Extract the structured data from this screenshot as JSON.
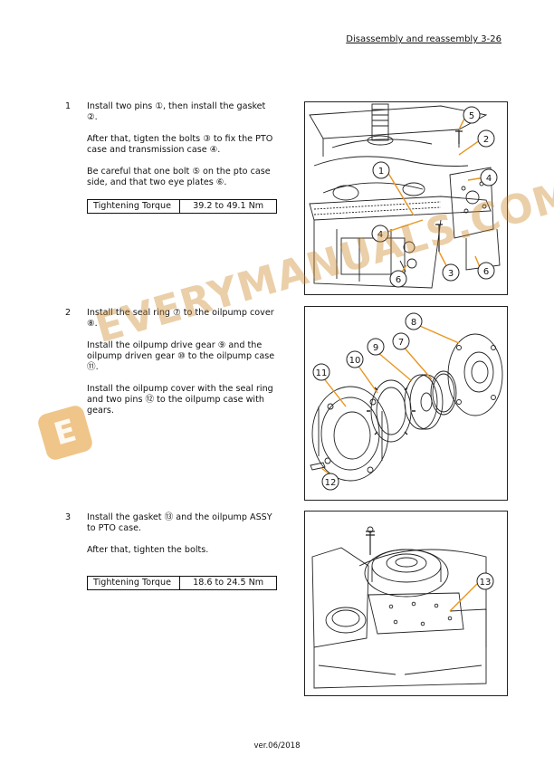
{
  "header": {
    "title": "Disassembly and reassembly 3-26"
  },
  "steps": [
    {
      "num": "1",
      "paragraphs": [
        "Install two pins ①, then install the gasket ②.",
        "After that, tigten the bolts ③ to fix the PTO case and transmission case ④.",
        "Be careful that one bolt ⑤ on the pto case side, and that two eye plates ⑥."
      ],
      "torque_label": "Tightening Torque",
      "torque_value": "39.2 to 49.1 Nm",
      "callouts": [
        "1",
        "2",
        "3",
        "4",
        "4",
        "5",
        "6",
        "6"
      ]
    },
    {
      "num": "2",
      "paragraphs": [
        "Install the seal ring ⑦ to the oilpump cover ⑧.",
        "Install the oilpump drive gear ⑨ and the oilpump driven gear ⑩ to the oilpump case ⑪.",
        "Install the oilpump cover with the seal ring and two pins ⑫ to the oilpump case with gears."
      ],
      "callouts": [
        "8",
        "9",
        "7",
        "10",
        "11",
        "12"
      ]
    },
    {
      "num": "3",
      "paragraphs": [
        "Install the gasket ⑬ and the oilpump ASSY to PTO case.",
        "After that, tighten the bolts."
      ],
      "torque_label": "Tightening Torque",
      "torque_value": "18.6 to 24.5 Nm",
      "callouts": [
        "13"
      ]
    }
  ],
  "watermark": {
    "logo": "E",
    "text": "EVERYMANUALS.COM",
    "color": "#e0962c"
  },
  "footer": {
    "version": "ver.06/2018"
  },
  "colors": {
    "leader": "#e8961e",
    "line": "#222222"
  }
}
